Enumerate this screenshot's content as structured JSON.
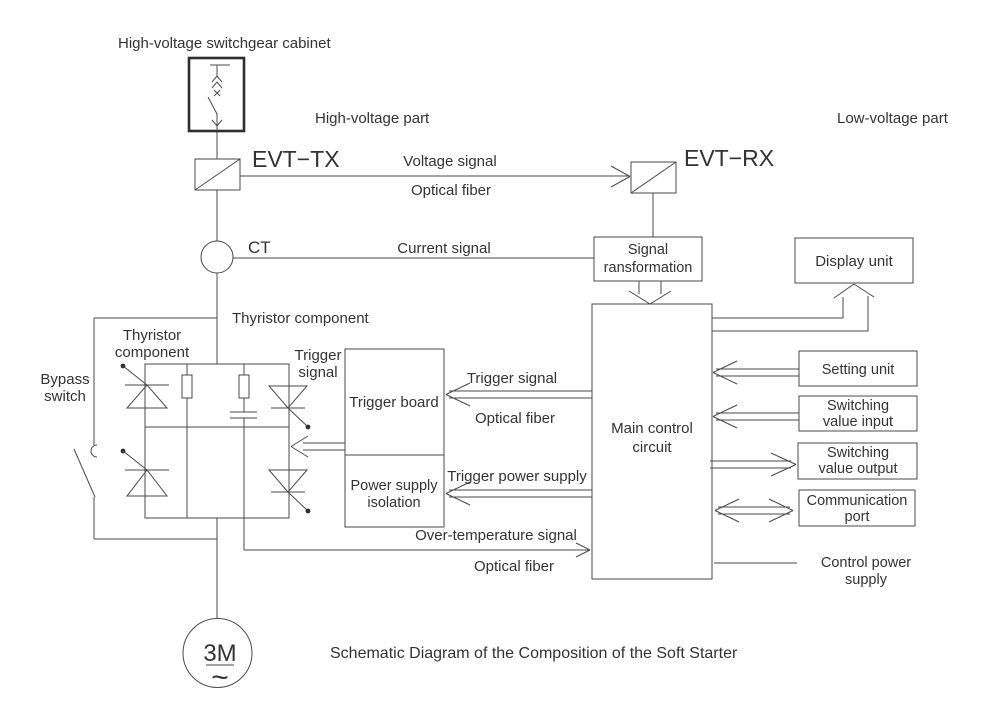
{
  "diagram": {
    "caption": "Schematic Diagram of the Composition of the Soft Starter",
    "regions": {
      "high_voltage": "High-voltage part",
      "low_voltage": "Low-voltage part"
    },
    "labels": {
      "cabinet": "High-voltage switchgear cabinet",
      "evt_tx": "EVT−TX",
      "evt_rx": "EVT−RX",
      "ct": "CT",
      "voltage_signal": "Voltage signal",
      "voltage_fiber": "Optical fiber",
      "current_signal": "Current signal",
      "bypass_switch": [
        "Bypass",
        "switch"
      ],
      "thyristor_label_inner": [
        "Thyristor",
        "component"
      ],
      "thyristor_label_outer": "Thyristor component",
      "gate_trigger": [
        "Trigger",
        "signal"
      ],
      "trigger_signal": "Trigger signal",
      "trigger_fiber": "Optical fiber",
      "trigger_power": "Trigger power supply",
      "over_temp": "Over-temperature signal",
      "over_temp_fiber": "Optical fiber",
      "control_power": [
        "Control power",
        "supply"
      ],
      "motor": "3M",
      "motor_phase": "~"
    },
    "blocks": {
      "signal_transformation": [
        "Signal",
        "ransformation"
      ],
      "display_unit": "Display unit",
      "main_control": [
        "Main control",
        "circuit"
      ],
      "trigger_board": "Trigger board",
      "power_isolation": [
        "Power supply",
        "isolation"
      ],
      "setting_unit": "Setting unit",
      "switch_in": [
        "Switching",
        "value input"
      ],
      "switch_out": [
        "Switching",
        "value output"
      ],
      "comm_port": [
        "Communication",
        "port"
      ]
    },
    "colors": {
      "line": "#4a4a4a",
      "text": "#333333",
      "cabinet_border": "#2f2f2f",
      "background": "#ffffff"
    }
  }
}
